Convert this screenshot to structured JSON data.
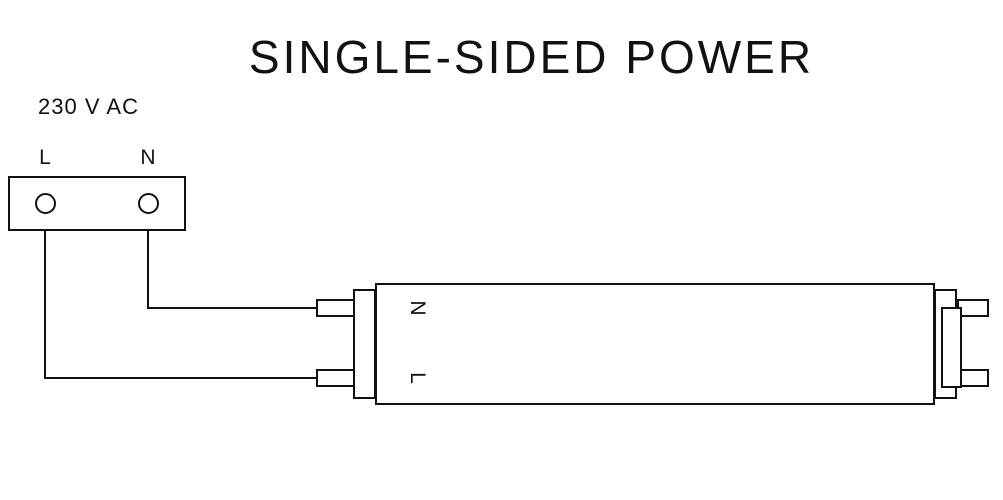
{
  "diagram": {
    "title": "SINGLE-SIDED POWER",
    "supply": {
      "voltage_label": "230 V AC",
      "terminals": [
        {
          "label": "L"
        },
        {
          "label": "N"
        }
      ]
    },
    "tube": {
      "pin_labels": {
        "top": "N",
        "bottom": "L"
      }
    },
    "colors": {
      "line": "#111111",
      "background": "#ffffff"
    }
  }
}
